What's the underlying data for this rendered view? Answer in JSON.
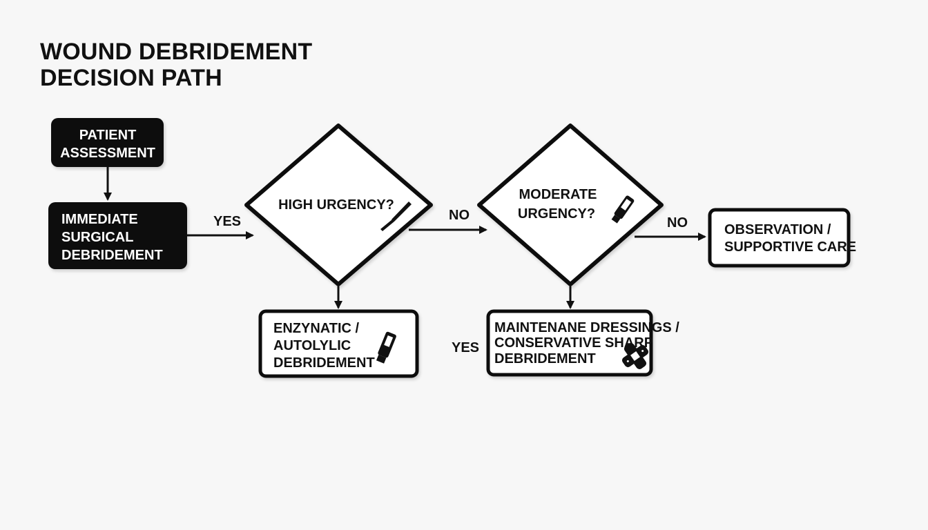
{
  "title": {
    "line1": "WOUND DEBRIDEMENT",
    "line2": "DECISION PATH"
  },
  "nodes": {
    "patient_assessment": {
      "line1": "PATIENT",
      "line2": "ASSESSMENT"
    },
    "immediate_surgical": {
      "line1": "IMMEDIATE",
      "line2": "SURGICAL",
      "line3": "DEBRIDEMENT"
    },
    "high_urgency": {
      "label": "HIGH URGENCY?"
    },
    "moderate_urgency": {
      "line1": "MODERATE",
      "line2": "URGENCY?"
    },
    "observation": {
      "line1": "OBSERVATION /",
      "line2": "SUPPORTIVE CARE"
    },
    "enzymatic": {
      "line1": "ENZYNATIC /",
      "line2": "AUTOLYLIC",
      "line3": "DEBRIDEMENT"
    },
    "maintenance": {
      "line1": "MAINTENANE DRESSINGS /",
      "line2": "CONSERVATIVE SHARP",
      "line3": "DEBRIDEMENT"
    }
  },
  "edges": {
    "yes_left": "YES",
    "no_middle": "NO",
    "no_right": "NO",
    "yes_bottom": "YES"
  },
  "icons": {
    "scalpel": "scalpel-icon",
    "tube_high": "ointment-tube-icon",
    "tube_enzymatic": "ointment-tube-icon",
    "bandage": "bandage-icon"
  },
  "colors": {
    "background": "#f7f7f7",
    "dark_fill": "#111111",
    "light_fill": "#ffffff",
    "stroke": "#111111"
  }
}
